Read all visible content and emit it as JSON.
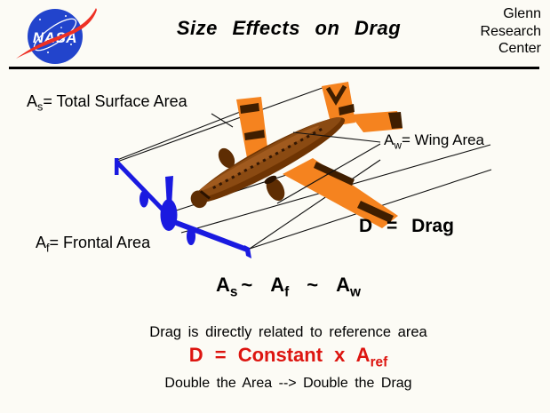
{
  "colors": {
    "background": "#fcfbf5",
    "ink": "#000000",
    "line_black": "#111111",
    "formula_red": "#dd1510",
    "nasa_blue": "#2244cc",
    "nasa_red": "#ee3024",
    "plane_orange": "#f5831f",
    "plane_brown": "#6e3403",
    "plane_brown_dark": "#3f1e00",
    "silhouette_blue": "#1a1ae0"
  },
  "header": {
    "logo_text": "NASA",
    "title": "Size  Effects  on  Drag",
    "org_lines": [
      "Glenn",
      "Research",
      "Center"
    ]
  },
  "diagram": {
    "surface_label": {
      "sym": "A",
      "sub": "s",
      "rest": "= Total Surface Area"
    },
    "wing_label": {
      "sym": "A",
      "sub": "w",
      "rest": "= Wing Area"
    },
    "frontal_label": {
      "sym": "A",
      "sub": "f",
      "rest": "= Frontal Area"
    },
    "drag_label": "D = Drag"
  },
  "equations": {
    "proportion": {
      "sym1": "A",
      "sub1": "s",
      "tilde1": "~",
      "sym2": "A",
      "sub2": "f",
      "tilde2": "~",
      "sym3": "A",
      "sub3": "w"
    },
    "statement": "Drag is directly related to reference area",
    "formula": {
      "lhs": "D = Constant x A",
      "sub": "ref"
    },
    "footer": "Double the Area --> Double the Drag"
  }
}
